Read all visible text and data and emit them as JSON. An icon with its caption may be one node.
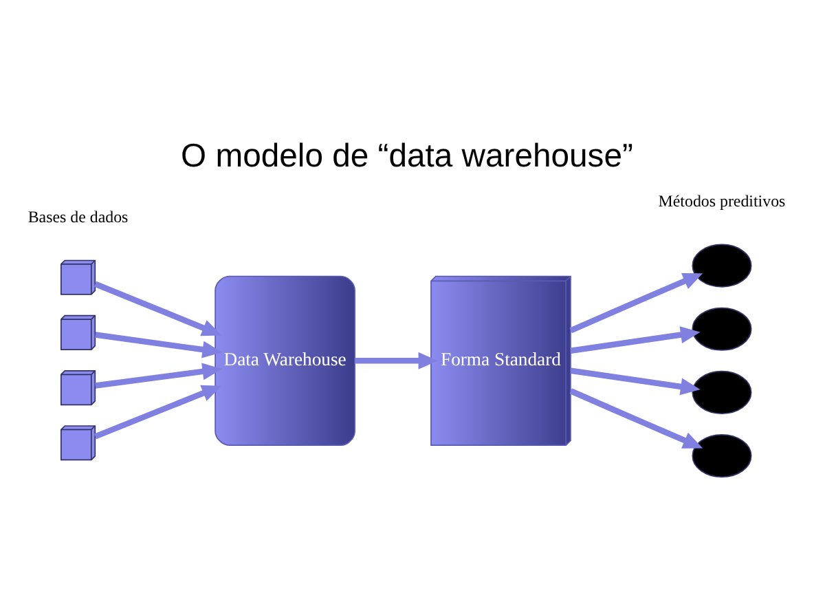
{
  "diagram": {
    "title": "O modelo de “data warehouse”",
    "nodes": [
      {
        "text": [],
        "shape": "box"
      },
      {
        "text": [],
        "shape": "box"
      },
      {
        "text": [],
        "shape": "box"
      },
      {
        "text": [],
        "shape": "box"
      },
      {
        "text": [
          "Data Warehouse"
        ]
      },
      {
        "text": [
          "Forma Standard"
        ]
      },
      {
        "text": [],
        "shape": "ellipse"
      },
      {
        "text": [],
        "shape": "ellipse"
      },
      {
        "text": [],
        "shape": "ellipse"
      },
      {
        "text": [],
        "shape": "ellipse"
      }
    ],
    "edges": [
      {
        "from": 0,
        "to": 4,
        "arrow": "to"
      },
      {
        "from": 1,
        "to": 4,
        "arrow": "to"
      },
      {
        "from": 2,
        "to": 4,
        "arrow": "to"
      },
      {
        "from": 3,
        "to": 4,
        "arrow": "to"
      },
      {
        "from": 4,
        "to": 5,
        "arrow": "to"
      },
      {
        "from": 5,
        "to": 6,
        "arrow": "to"
      },
      {
        "from": 5,
        "to": 7,
        "arrow": "to"
      },
      {
        "from": 5,
        "to": 8,
        "arrow": "to"
      },
      {
        "from": 5,
        "to": 9,
        "arrow": "to"
      }
    ],
    "labels": [
      "Bases de dados",
      "Métodos preditivos"
    ]
  }
}
